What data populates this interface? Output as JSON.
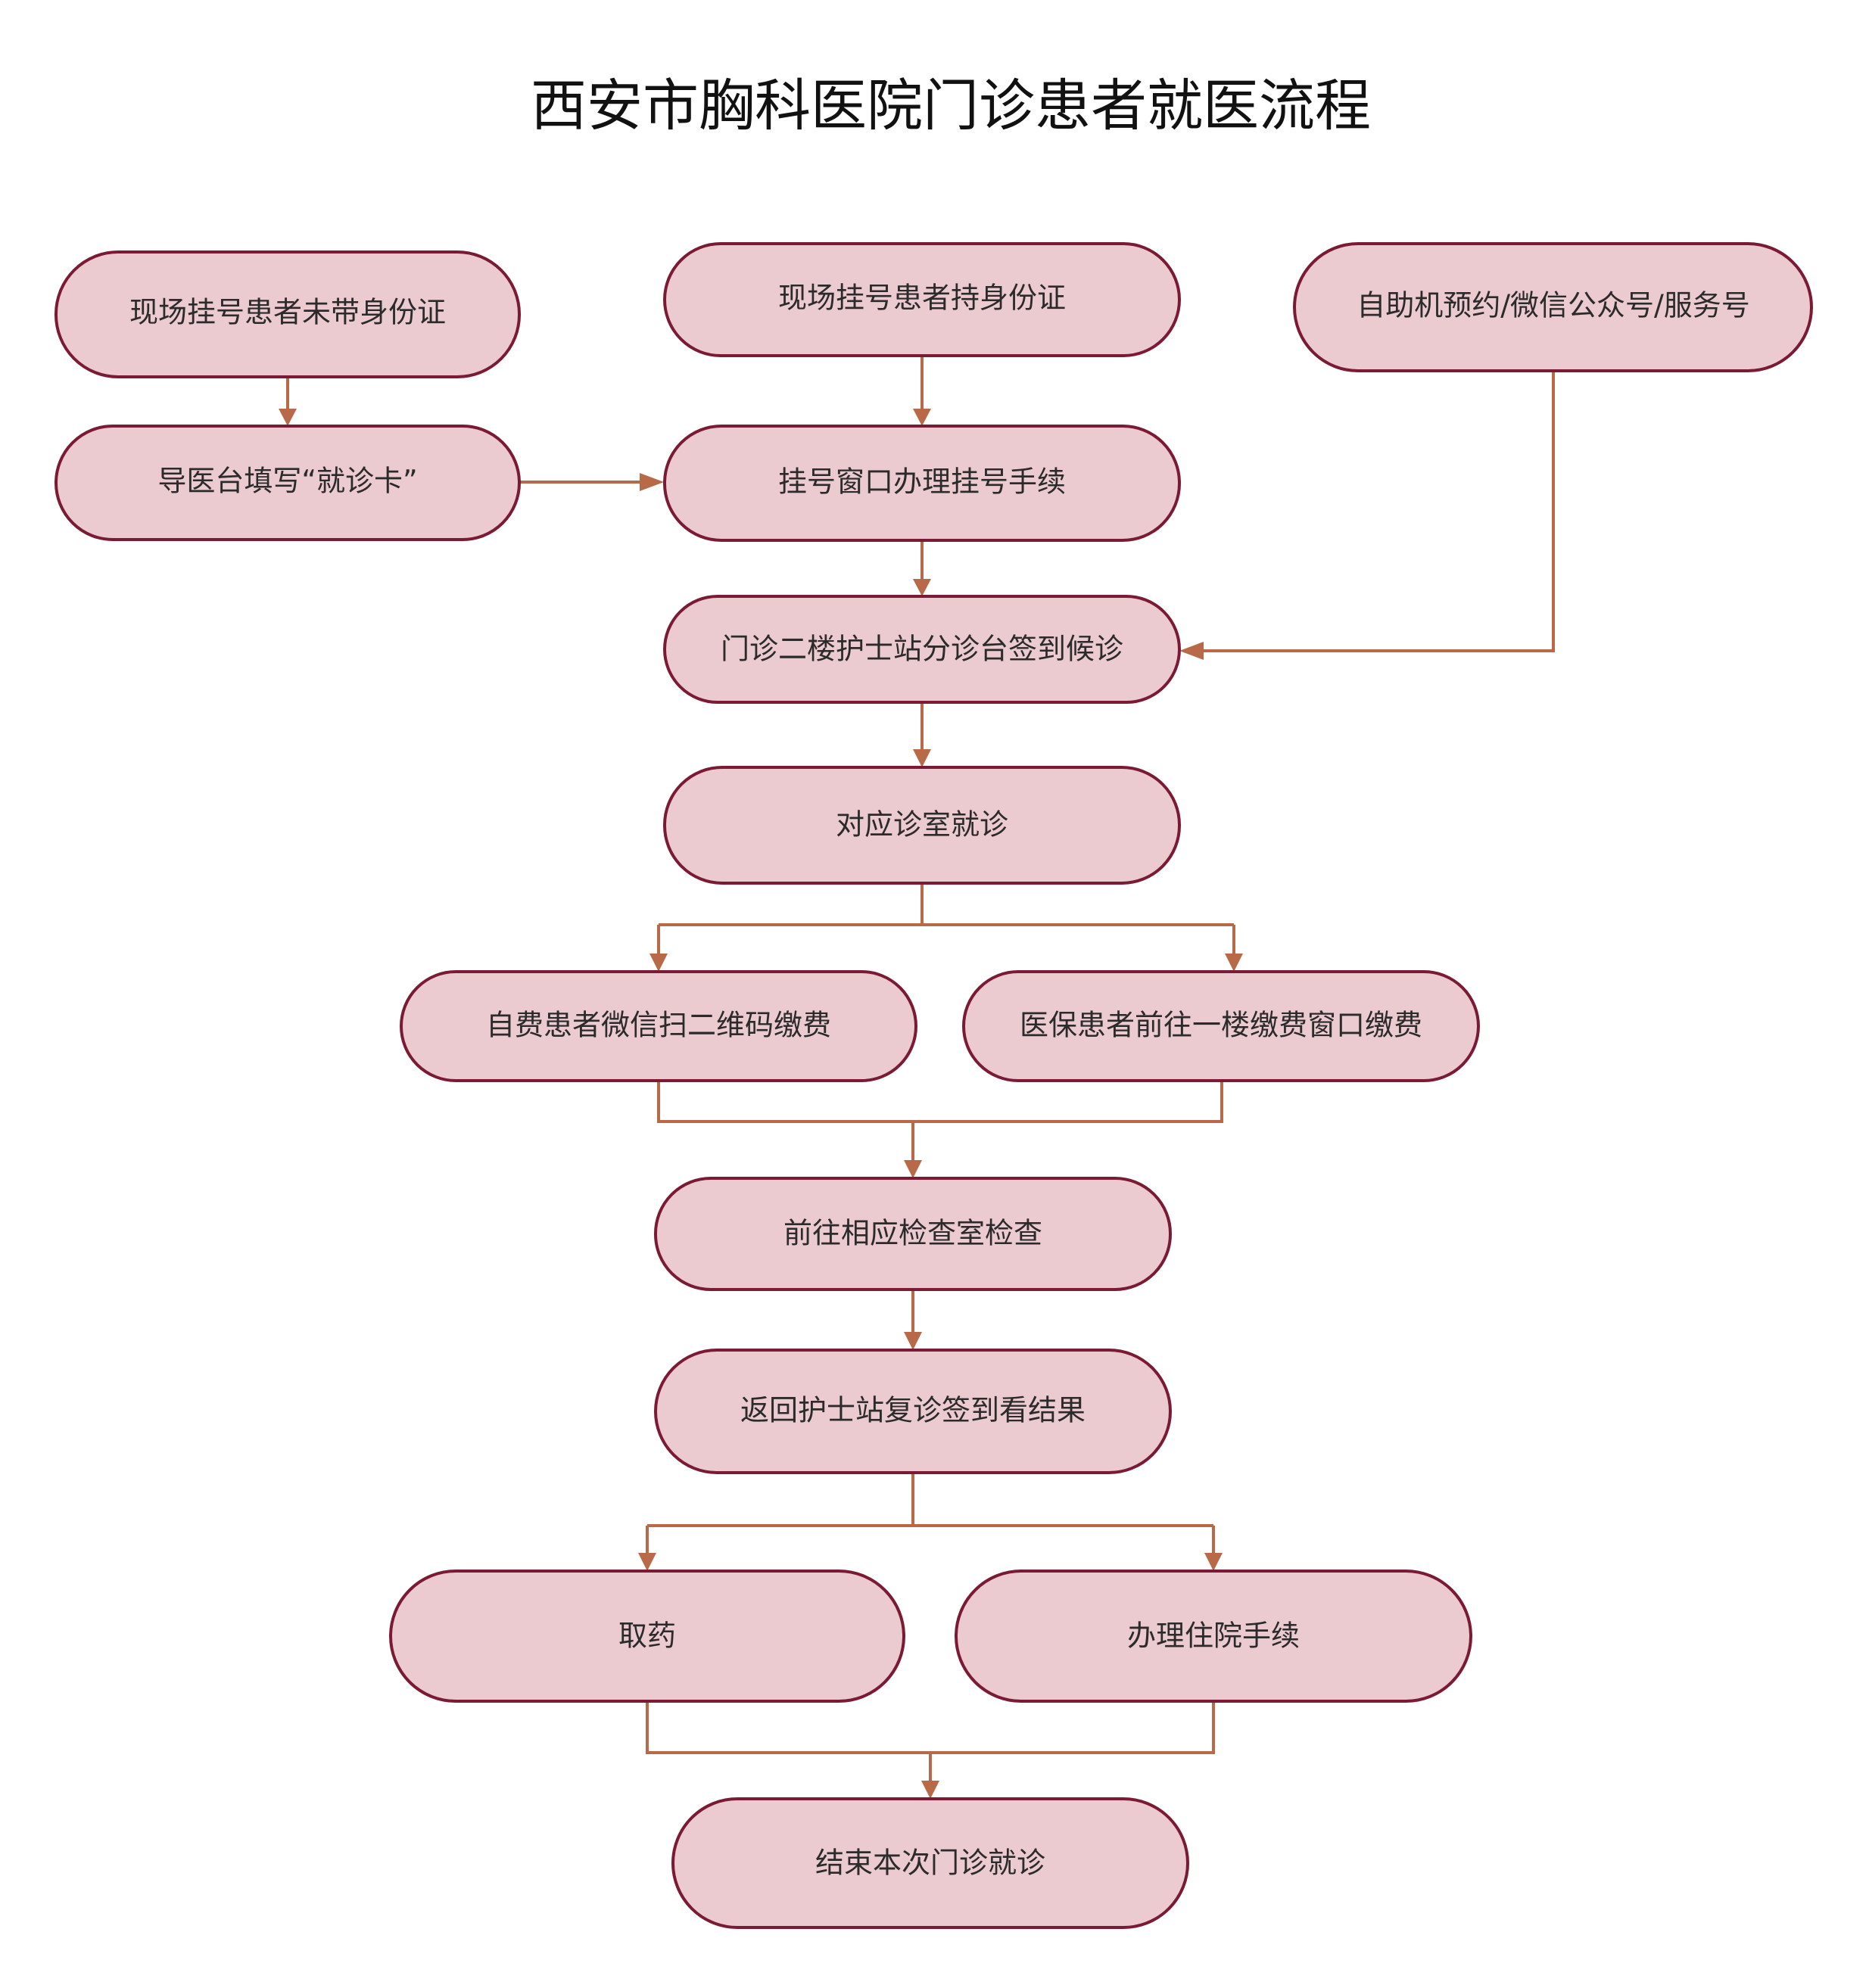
{
  "diagram": {
    "title": "西安市胸科医院门诊患者就医流程",
    "nodes": {
      "walkin_no_id": "现场挂号患者未带身份证",
      "walkin_with_id": "现场挂号患者持身份证",
      "self_service": "自助机预约/微信公众号/服务号",
      "fill_card": "导医台填写“就诊卡”",
      "register_window": "挂号窗口办理挂号手续",
      "triage_checkin": "门诊二楼护士站分诊台签到候诊",
      "clinic_visit": "对应诊室就诊",
      "pay_wechat": "自费患者微信扫二维码缴费",
      "pay_insurance": "医保患者前往一楼缴费窗口缴费",
      "examination": "前往相应检查室检查",
      "return_review": "返回护士站复诊签到看结果",
      "get_medicine": "取药",
      "hospitalization": "办理住院手续",
      "end_visit": "结束本次门诊就诊"
    },
    "edges": [
      {
        "from": "walkin_no_id",
        "to": "fill_card"
      },
      {
        "from": "walkin_with_id",
        "to": "register_window"
      },
      {
        "from": "fill_card",
        "to": "register_window"
      },
      {
        "from": "register_window",
        "to": "triage_checkin"
      },
      {
        "from": "self_service",
        "to": "triage_checkin"
      },
      {
        "from": "triage_checkin",
        "to": "clinic_visit"
      },
      {
        "from": "clinic_visit",
        "to": "pay_wechat"
      },
      {
        "from": "clinic_visit",
        "to": "pay_insurance"
      },
      {
        "from": "pay_wechat",
        "to": "examination"
      },
      {
        "from": "pay_insurance",
        "to": "examination"
      },
      {
        "from": "examination",
        "to": "return_review"
      },
      {
        "from": "return_review",
        "to": "get_medicine"
      },
      {
        "from": "return_review",
        "to": "hospitalization"
      },
      {
        "from": "get_medicine",
        "to": "end_visit"
      },
      {
        "from": "hospitalization",
        "to": "end_visit"
      }
    ],
    "colors": {
      "node_fill": "#eccbd0",
      "node_border": "#7a1a34",
      "connector": "#b86a48",
      "title": "#111111",
      "text": "#2b2b2b"
    }
  }
}
